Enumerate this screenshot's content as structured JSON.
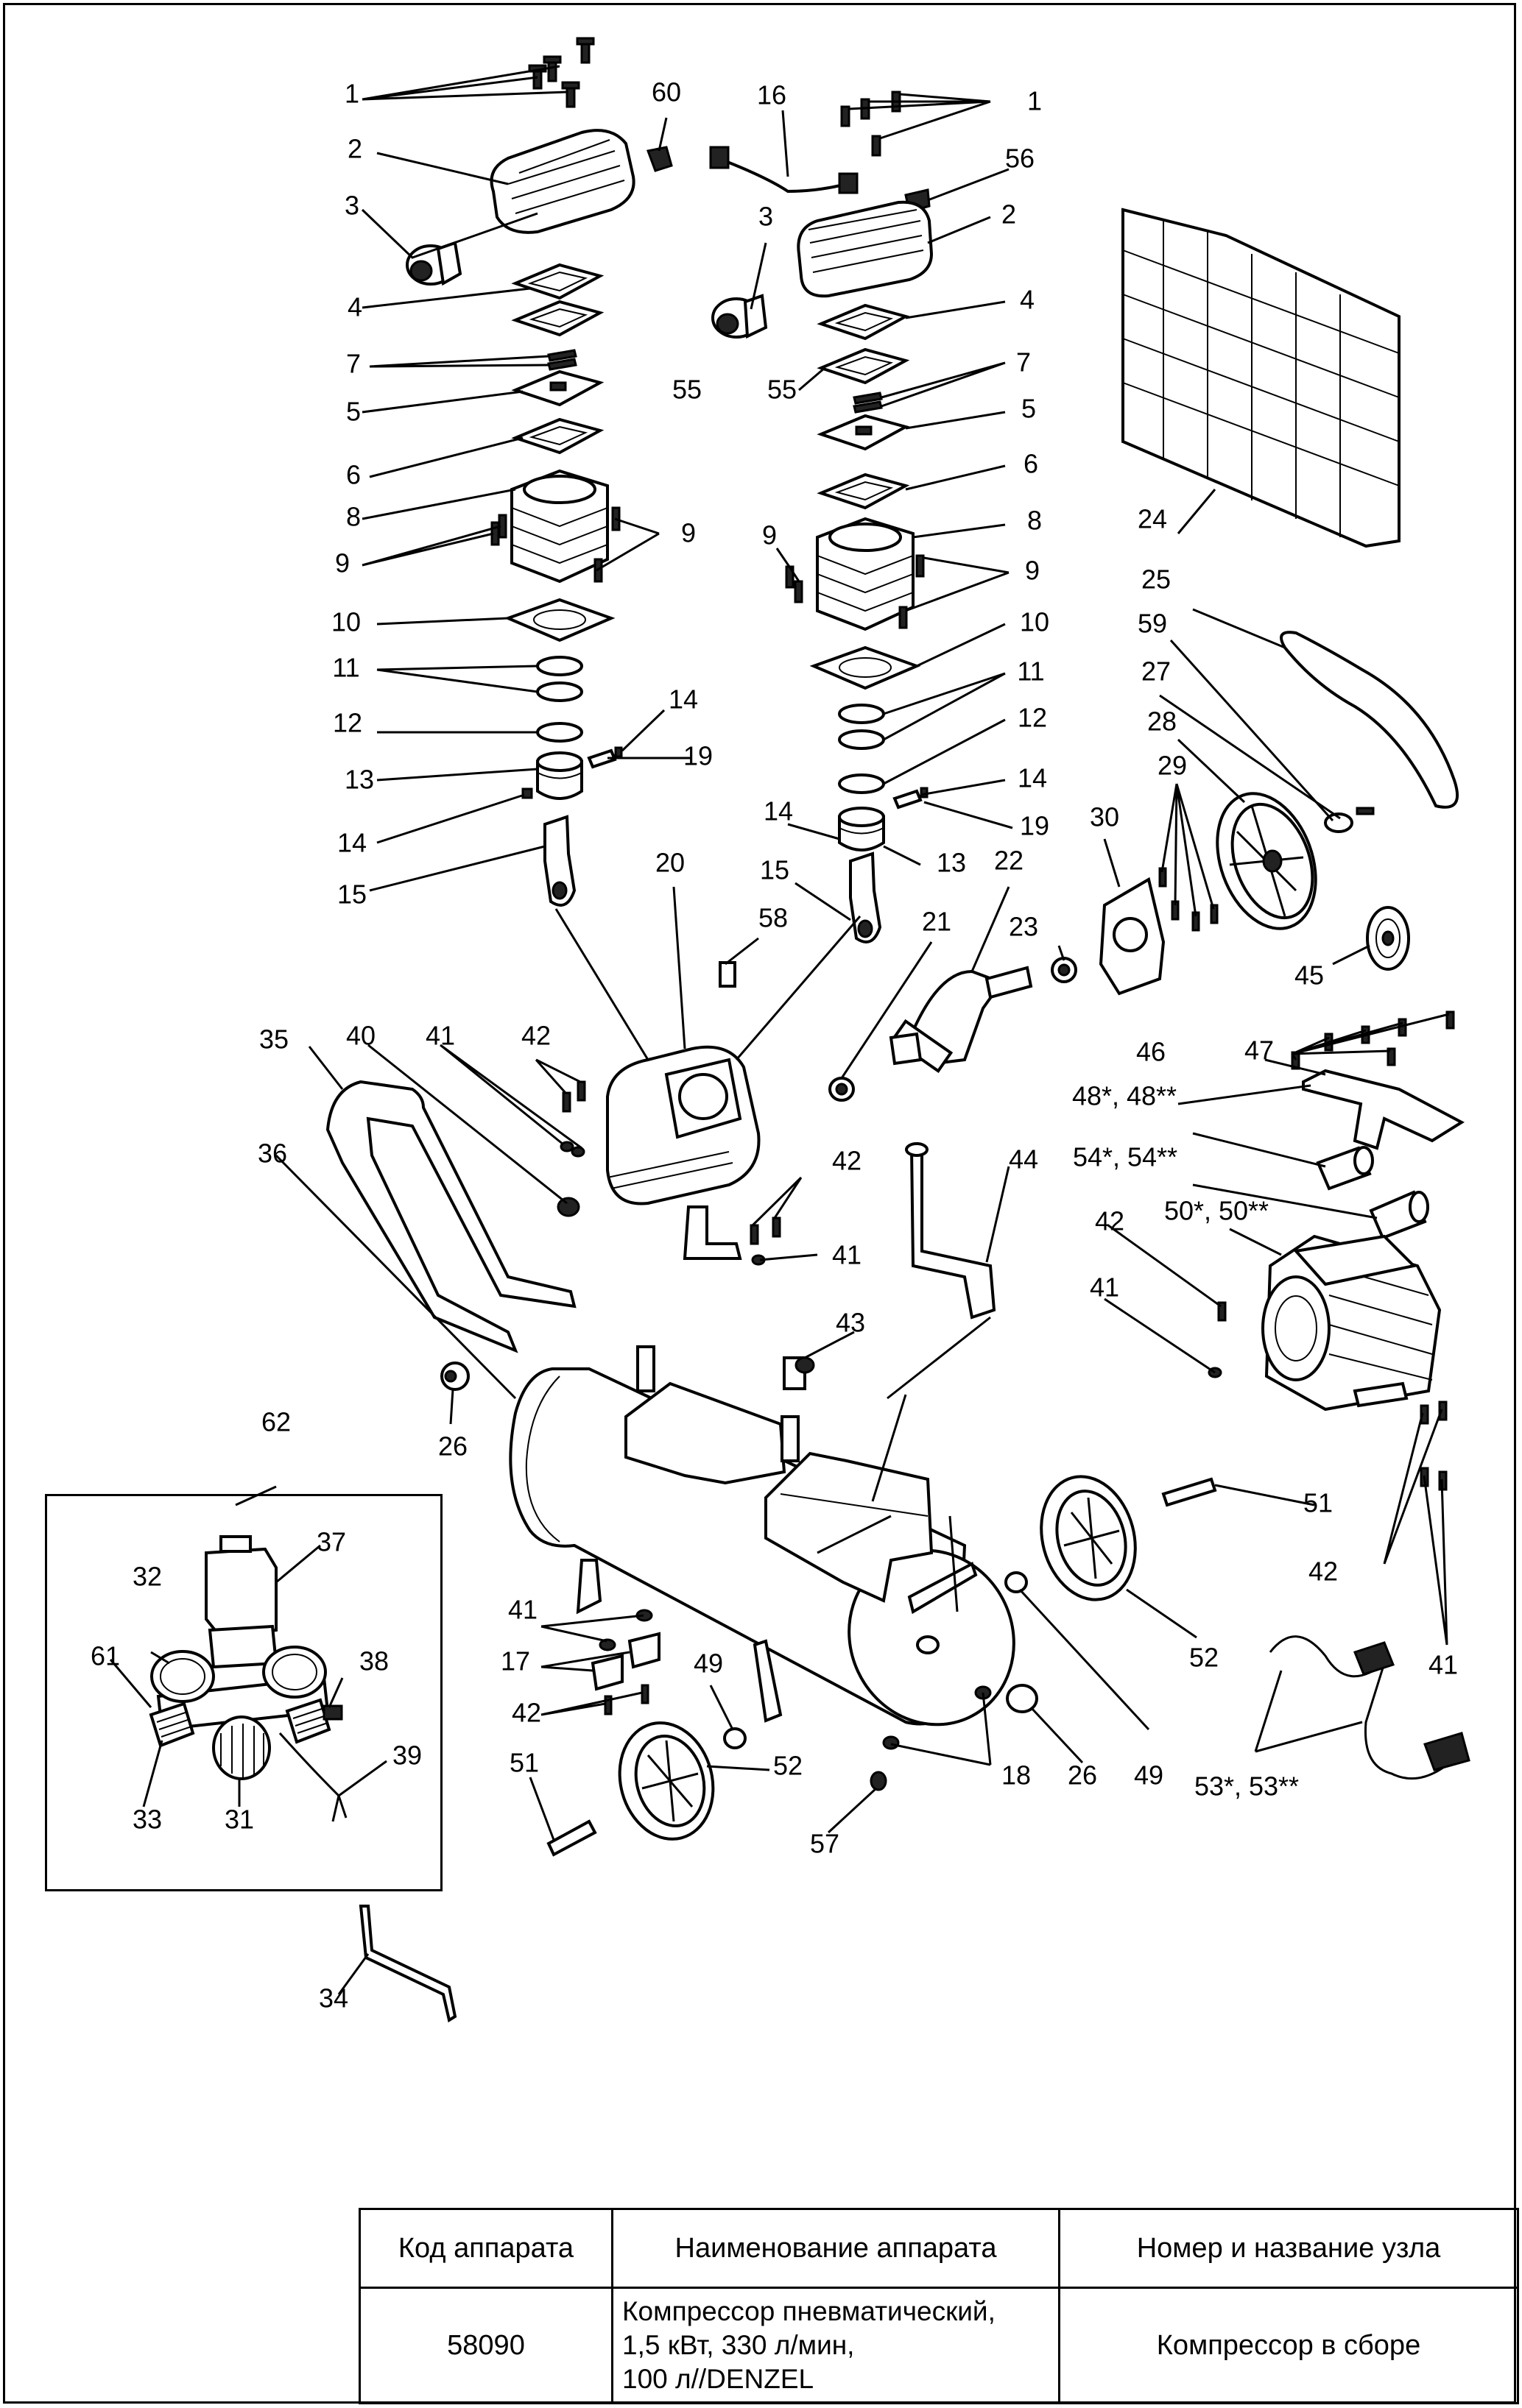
{
  "labels": {
    "l1a": "1",
    "l1b": "1",
    "l2a": "2",
    "l2b": "2",
    "l3a": "3",
    "l3b": "3",
    "l4a": "4",
    "l4b": "4",
    "l5a": "5",
    "l5b": "5",
    "l6a": "6",
    "l6b": "6",
    "l7a": "7",
    "l7b": "7",
    "l8a": "8",
    "l8b": "8",
    "l9a": "9",
    "l9b": "9",
    "l9c": "9",
    "l9d": "9",
    "l10a": "10",
    "l10b": "10",
    "l11a": "11",
    "l11b": "11",
    "l12a": "12",
    "l12b": "12",
    "l13a": "13",
    "l13b": "13",
    "l14a": "14",
    "l14b": "14",
    "l14c": "14",
    "l14d": "14",
    "l15a": "15",
    "l15b": "15",
    "l16": "16",
    "l17": "17",
    "l18": "18",
    "l19a": "19",
    "l19b": "19",
    "l20": "20",
    "l21": "21",
    "l22": "22",
    "l23": "23",
    "l24": "24",
    "l25": "25",
    "l26a": "26",
    "l26b": "26",
    "l27": "27",
    "l28": "28",
    "l29": "29",
    "l30": "30",
    "l31": "31",
    "l32": "32",
    "l33": "33",
    "l34": "34",
    "l35": "35",
    "l36": "36",
    "l37": "37",
    "l38": "38",
    "l39": "39",
    "l40": "40",
    "l41a": "41",
    "l41b": "41",
    "l41c": "41",
    "l41d": "41",
    "l41e": "41",
    "l42a": "42",
    "l42b": "42",
    "l42c": "42",
    "l42d": "42",
    "l42e": "42",
    "l43": "43",
    "l44": "44",
    "l45": "45",
    "l46": "46",
    "l47": "47",
    "l48": "48*, 48**",
    "l49a": "49",
    "l49b": "49",
    "l50": "50*, 50**",
    "l51a": "51",
    "l51b": "51",
    "l52a": "52",
    "l52b": "52",
    "l53": "53*, 53**",
    "l54": "54*, 54**",
    "l55a": "55",
    "l55b": "55",
    "l56": "56",
    "l57": "57",
    "l58": "58",
    "l59": "59",
    "l60": "60",
    "l61": "61",
    "l62": "62"
  },
  "table": {
    "col1_header": "Код аппарата",
    "col2_header": "Наименование аппарата",
    "col3_header": "Номер и название узла",
    "code": "58090",
    "name_line1": "Компрессор пневматический,",
    "name_line2": "1,5 кВт, 330 л/мин,",
    "name_line3": "100 л//DENZEL",
    "assembly": "Компрессор в сборе"
  }
}
